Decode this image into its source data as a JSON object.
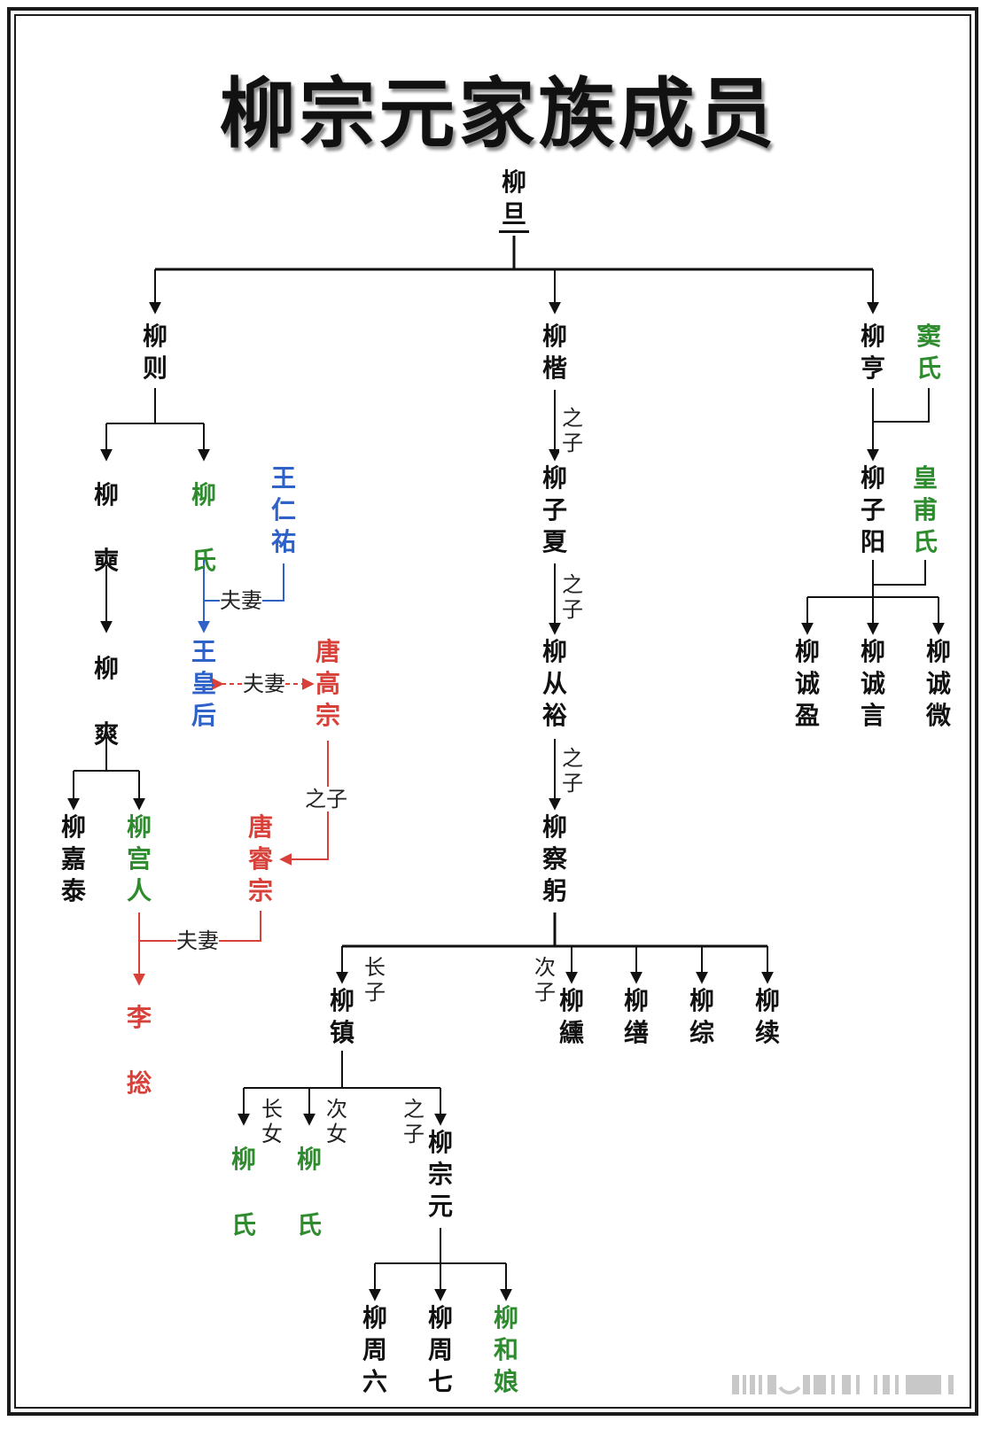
{
  "title": "柳宗元家族成员",
  "colors": {
    "lineage": "#111111",
    "female": "#2e8b2e",
    "wang": "#2f62c8",
    "tang": "#d8403a"
  },
  "nodes": {
    "liu_dan": "柳旦",
    "liu_ze": "柳则",
    "liu_kai": "柳楷",
    "liu_heng": "柳亨",
    "dou_shi": "窦氏",
    "liu_shuang1": "柳奭",
    "liu_shi_daughter": "柳氏",
    "wang_renyou": "王仁祐",
    "liu_zixia": "柳子夏",
    "liu_ziyang": "柳子阳",
    "huangfu_shi": "皇甫氏",
    "liu_shuang2": "柳爽",
    "wang_huanghou": "王皇后",
    "tang_gaozong": "唐高宗",
    "liu_congyu": "柳从裕",
    "liu_chengying": "柳诚盈",
    "liu_chengyan": "柳诚言",
    "liu_chengwei": "柳诚微",
    "liu_jiatai": "柳嘉泰",
    "liu_gongren": "柳宫人",
    "tang_ruizong": "唐睿宗",
    "liu_chagong": "柳察躬",
    "li_hui": "李捴",
    "liu_zhen": "柳镇",
    "liu_xun": "柳纁",
    "liu_shan": "柳缮",
    "liu_zong": "柳综",
    "liu_xu": "柳续",
    "liu_shi_elder": "柳氏",
    "liu_shi_younger": "柳氏",
    "liu_zongyuan": "柳宗元",
    "liu_zhouliu": "柳周六",
    "liu_zhouqi": "柳周七",
    "liu_heniang": "柳和娘"
  },
  "relations": {
    "son": "之子",
    "couple": "夫妻",
    "eldest_son": "长子",
    "second_son": "次子",
    "eldest_daughter": "长女",
    "second_daughter": "次女"
  }
}
